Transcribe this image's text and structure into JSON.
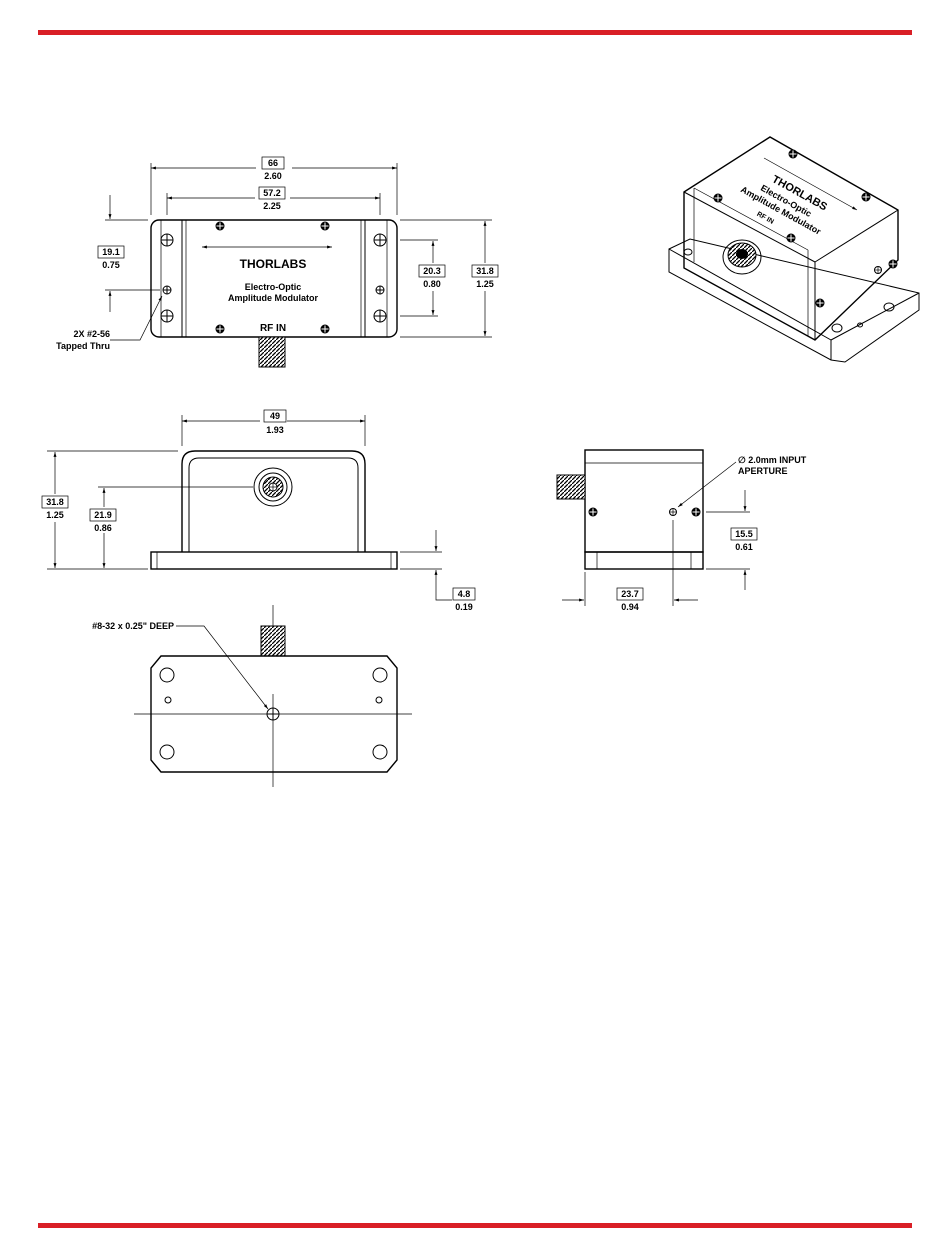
{
  "colors": {
    "accent": "#d91f26",
    "line": "#000000"
  },
  "top_view": {
    "brand": "THORLABS",
    "product_line1": "Electro-Optic",
    "product_line2": "Amplitude Modulator",
    "connector_label": "RF IN",
    "dim_overall_mm": "66",
    "dim_overall_in": "2.60",
    "dim_body_mm": "57.2",
    "dim_body_in": "2.25",
    "dim_hole_offset_mm": "19.1",
    "dim_hole_offset_in": "0.75",
    "dim_hole_pitch_mm": "20.3",
    "dim_hole_pitch_in": "0.80",
    "dim_depth_mm": "31.8",
    "dim_depth_in": "1.25",
    "hole_note_line1": "2X #2-56",
    "hole_note_line2": "Tapped Thru"
  },
  "iso_view": {
    "brand": "THORLABS",
    "product_line1": "Electro-Optic",
    "product_line2": "Amplitude Modulator",
    "connector_label": "RF IN"
  },
  "front_view": {
    "dim_width_mm": "49",
    "dim_width_in": "1.93",
    "dim_height_mm": "31.8",
    "dim_height_in": "1.25",
    "dim_connector_height_mm": "21.9",
    "dim_connector_height_in": "0.86",
    "dim_base_mm": "4.8",
    "dim_base_in": "0.19"
  },
  "side_view": {
    "aperture_line1": "∅ 2.0mm INPUT",
    "aperture_line2": "APERTURE",
    "dim_aperture_height_mm": "15.5",
    "dim_aperture_height_in": "0.61",
    "dim_aperture_offset_mm": "23.7",
    "dim_aperture_offset_in": "0.94"
  },
  "bottom_view": {
    "mount_note": "#8-32 x 0.25\" DEEP"
  }
}
